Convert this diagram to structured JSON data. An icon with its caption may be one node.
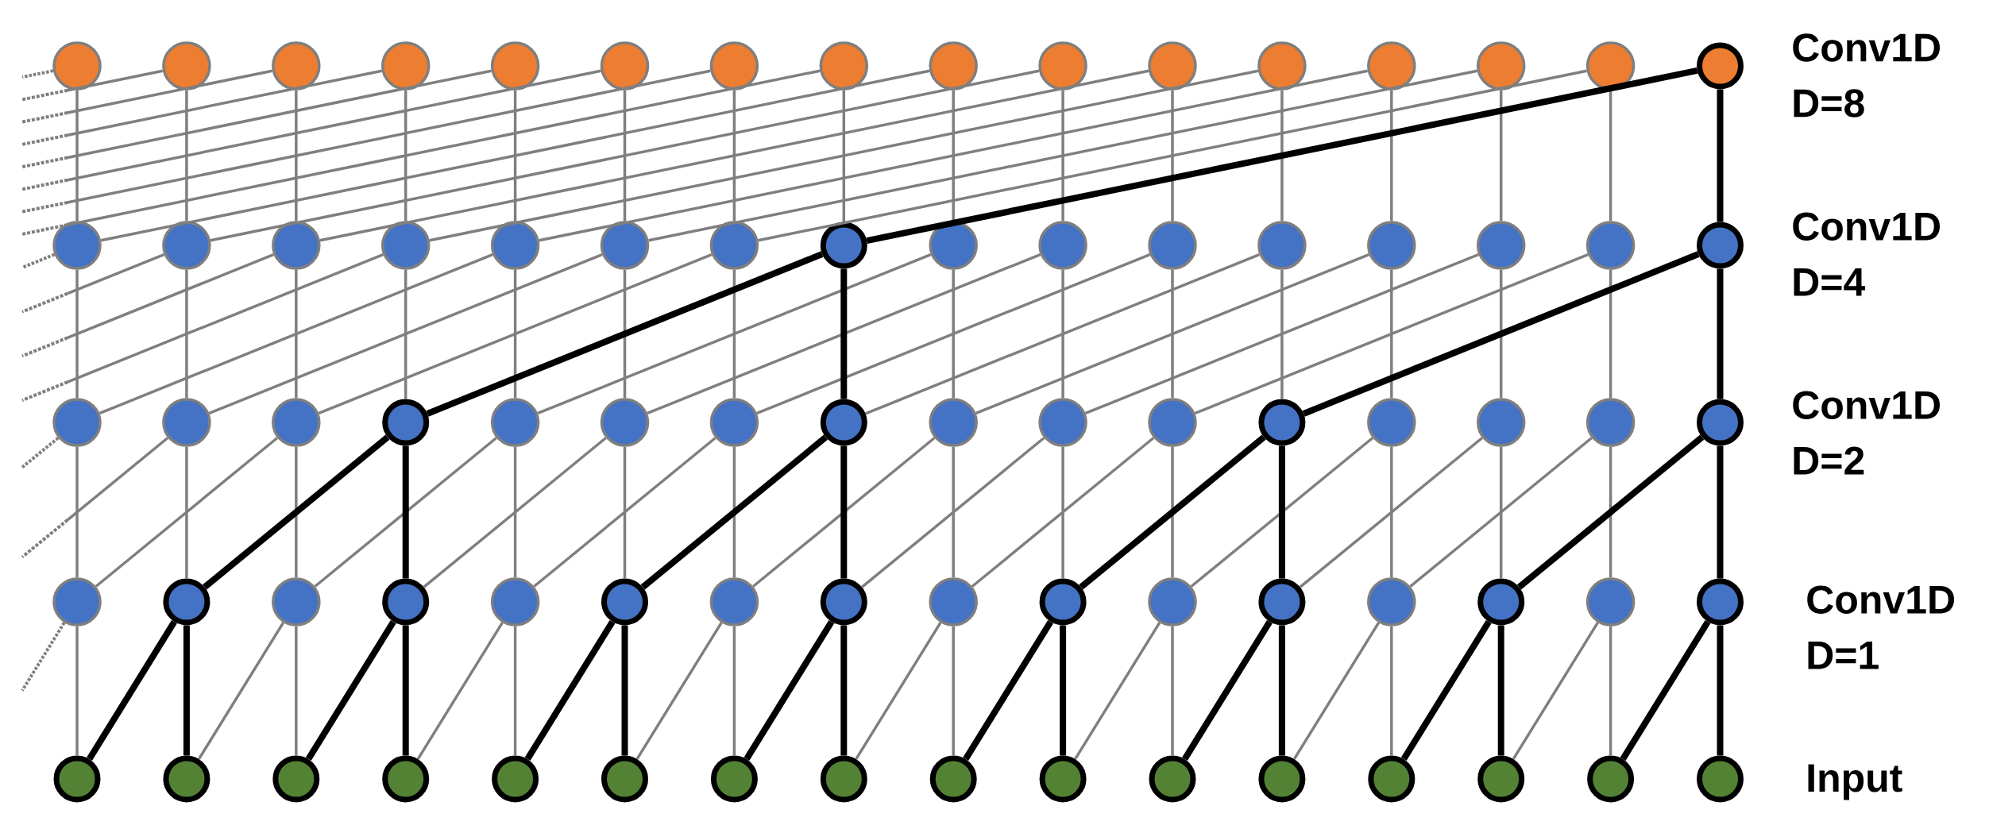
{
  "diagram": {
    "nodes": [
      {
        "text": [],
        "shape": "circle"
      },
      {
        "text": [],
        "shape": "circle"
      },
      {
        "text": [],
        "shape": "circle"
      },
      {
        "text": [],
        "shape": "circle"
      },
      {
        "text": [],
        "shape": "circle"
      },
      {
        "text": [],
        "shape": "circle"
      },
      {
        "text": [],
        "shape": "circle"
      },
      {
        "text": [],
        "shape": "circle"
      },
      {
        "text": [],
        "shape": "circle"
      },
      {
        "text": [],
        "shape": "circle"
      },
      {
        "text": [],
        "shape": "circle"
      },
      {
        "text": [],
        "shape": "circle"
      },
      {
        "text": [],
        "shape": "circle"
      },
      {
        "text": [],
        "shape": "circle"
      },
      {
        "text": [],
        "shape": "circle"
      },
      {
        "text": [],
        "shape": "circle"
      },
      {
        "text": [],
        "shape": "circle"
      },
      {
        "text": [],
        "shape": "circle"
      },
      {
        "text": [],
        "shape": "circle"
      },
      {
        "text": [],
        "shape": "circle"
      },
      {
        "text": [],
        "shape": "circle"
      },
      {
        "text": [],
        "shape": "circle"
      },
      {
        "text": [],
        "shape": "circle"
      },
      {
        "text": [],
        "shape": "circle"
      },
      {
        "text": [],
        "shape": "circle"
      },
      {
        "text": [],
        "shape": "circle"
      },
      {
        "text": [],
        "shape": "circle"
      },
      {
        "text": [],
        "shape": "circle"
      },
      {
        "text": [],
        "shape": "circle"
      },
      {
        "text": [],
        "shape": "circle"
      },
      {
        "text": [],
        "shape": "circle"
      },
      {
        "text": [],
        "shape": "circle"
      },
      {
        "text": [],
        "shape": "circle"
      },
      {
        "text": [],
        "shape": "circle"
      },
      {
        "text": [],
        "shape": "circle"
      },
      {
        "text": [],
        "shape": "circle"
      },
      {
        "text": [],
        "shape": "circle"
      },
      {
        "text": [],
        "shape": "circle"
      },
      {
        "text": [],
        "shape": "circle"
      },
      {
        "text": [],
        "shape": "circle"
      },
      {
        "text": [],
        "shape": "circle"
      },
      {
        "text": [],
        "shape": "circle"
      },
      {
        "text": [],
        "shape": "circle"
      },
      {
        "text": [],
        "shape": "circle"
      },
      {
        "text": [],
        "shape": "circle"
      },
      {
        "text": [],
        "shape": "circle"
      },
      {
        "text": [],
        "shape": "circle"
      },
      {
        "text": [],
        "shape": "circle"
      },
      {
        "text": [],
        "shape": "circle"
      },
      {
        "text": [],
        "shape": "circle"
      },
      {
        "text": [],
        "shape": "circle"
      },
      {
        "text": [],
        "shape": "circle"
      },
      {
        "text": [],
        "shape": "circle"
      },
      {
        "text": [],
        "shape": "circle"
      },
      {
        "text": [],
        "shape": "circle"
      },
      {
        "text": [],
        "shape": "circle"
      },
      {
        "text": [],
        "shape": "circle"
      },
      {
        "text": [],
        "shape": "circle"
      },
      {
        "text": [],
        "shape": "circle"
      },
      {
        "text": [],
        "shape": "circle"
      },
      {
        "text": [],
        "shape": "circle"
      },
      {
        "text": [],
        "shape": "circle"
      },
      {
        "text": [],
        "shape": "circle"
      },
      {
        "text": [],
        "shape": "circle"
      },
      {
        "text": [],
        "shape": "circle"
      },
      {
        "text": [],
        "shape": "circle"
      },
      {
        "text": [],
        "shape": "circle"
      },
      {
        "text": [],
        "shape": "circle"
      },
      {
        "text": [],
        "shape": "circle"
      },
      {
        "text": [],
        "shape": "circle"
      },
      {
        "text": [],
        "shape": "circle"
      },
      {
        "text": [],
        "shape": "circle"
      },
      {
        "text": [],
        "shape": "circle"
      },
      {
        "text": [],
        "shape": "circle"
      },
      {
        "text": [],
        "shape": "circle"
      },
      {
        "text": [],
        "shape": "circle"
      },
      {
        "text": [],
        "shape": "circle"
      },
      {
        "text": [],
        "shape": "circle"
      },
      {
        "text": [],
        "shape": "circle"
      },
      {
        "text": [],
        "shape": "circle"
      }
    ],
    "edges": [
      {
        "from": 16,
        "to": 0,
        "arrow": "none"
      },
      {
        "from": null,
        "to": 0,
        "arrow": "none",
        "style": "dashed"
      },
      {
        "from": 17,
        "to": 1,
        "arrow": "none"
      },
      {
        "from": null,
        "to": 1,
        "arrow": "none"
      },
      {
        "from": 18,
        "to": 2,
        "arrow": "none"
      },
      {
        "from": null,
        "to": 2,
        "arrow": "none"
      },
      {
        "from": 19,
        "to": 3,
        "arrow": "none"
      },
      {
        "from": null,
        "to": 3,
        "arrow": "none"
      },
      {
        "from": 20,
        "to": 4,
        "arrow": "none"
      },
      {
        "from": null,
        "to": 4,
        "arrow": "none"
      },
      {
        "from": 21,
        "to": 5,
        "arrow": "none"
      },
      {
        "from": null,
        "to": 5,
        "arrow": "none"
      },
      {
        "from": 22,
        "to": 6,
        "arrow": "none"
      },
      {
        "from": null,
        "to": 6,
        "arrow": "none"
      },
      {
        "from": 23,
        "to": 7,
        "arrow": "none"
      },
      {
        "from": null,
        "to": 7,
        "arrow": "none"
      },
      {
        "from": 24,
        "to": 8,
        "arrow": "none"
      },
      {
        "from": 16,
        "to": 8,
        "arrow": "none"
      },
      {
        "from": 25,
        "to": 9,
        "arrow": "none"
      },
      {
        "from": 17,
        "to": 9,
        "arrow": "none"
      },
      {
        "from": 26,
        "to": 10,
        "arrow": "none"
      },
      {
        "from": 18,
        "to": 10,
        "arrow": "none"
      },
      {
        "from": 27,
        "to": 11,
        "arrow": "none"
      },
      {
        "from": 19,
        "to": 11,
        "arrow": "none"
      },
      {
        "from": 28,
        "to": 12,
        "arrow": "none"
      },
      {
        "from": 20,
        "to": 12,
        "arrow": "none"
      },
      {
        "from": 29,
        "to": 13,
        "arrow": "none"
      },
      {
        "from": 21,
        "to": 13,
        "arrow": "none"
      },
      {
        "from": 30,
        "to": 14,
        "arrow": "none"
      },
      {
        "from": 22,
        "to": 14,
        "arrow": "none"
      },
      {
        "from": 31,
        "to": 15,
        "arrow": "none",
        "style": "thick",
        "color": "#000000"
      },
      {
        "from": 23,
        "to": 15,
        "arrow": "none",
        "style": "thick",
        "color": "#000000"
      },
      {
        "from": 32,
        "to": 16,
        "arrow": "none"
      },
      {
        "from": null,
        "to": 16,
        "arrow": "none",
        "style": "dashed"
      },
      {
        "from": 33,
        "to": 17,
        "arrow": "none"
      },
      {
        "from": null,
        "to": 17,
        "arrow": "none"
      },
      {
        "from": 34,
        "to": 18,
        "arrow": "none"
      },
      {
        "from": null,
        "to": 18,
        "arrow": "none"
      },
      {
        "from": 35,
        "to": 19,
        "arrow": "none"
      },
      {
        "from": null,
        "to": 19,
        "arrow": "none"
      },
      {
        "from": 36,
        "to": 20,
        "arrow": "none"
      },
      {
        "from": 32,
        "to": 20,
        "arrow": "none"
      },
      {
        "from": 37,
        "to": 21,
        "arrow": "none"
      },
      {
        "from": 33,
        "to": 21,
        "arrow": "none"
      },
      {
        "from": 38,
        "to": 22,
        "arrow": "none"
      },
      {
        "from": 34,
        "to": 22,
        "arrow": "none"
      },
      {
        "from": 39,
        "to": 23,
        "arrow": "none",
        "style": "thick",
        "color": "#000000"
      },
      {
        "from": 35,
        "to": 23,
        "arrow": "none",
        "style": "thick",
        "color": "#000000"
      },
      {
        "from": 40,
        "to": 24,
        "arrow": "none"
      },
      {
        "from": 36,
        "to": 24,
        "arrow": "none"
      },
      {
        "from": 41,
        "to": 25,
        "arrow": "none"
      },
      {
        "from": 37,
        "to": 25,
        "arrow": "none"
      },
      {
        "from": 42,
        "to": 26,
        "arrow": "none"
      },
      {
        "from": 38,
        "to": 26,
        "arrow": "none"
      },
      {
        "from": 43,
        "to": 27,
        "arrow": "none"
      },
      {
        "from": 39,
        "to": 27,
        "arrow": "none"
      },
      {
        "from": 44,
        "to": 28,
        "arrow": "none"
      },
      {
        "from": 40,
        "to": 28,
        "arrow": "none"
      },
      {
        "from": 45,
        "to": 29,
        "arrow": "none"
      },
      {
        "from": 41,
        "to": 29,
        "arrow": "none"
      },
      {
        "from": 46,
        "to": 30,
        "arrow": "none"
      },
      {
        "from": 42,
        "to": 30,
        "arrow": "none"
      },
      {
        "from": 47,
        "to": 31,
        "arrow": "none",
        "style": "thick",
        "color": "#000000"
      },
      {
        "from": 43,
        "to": 31,
        "arrow": "none",
        "style": "thick",
        "color": "#000000"
      },
      {
        "from": 48,
        "to": 32,
        "arrow": "none"
      },
      {
        "from": null,
        "to": 32,
        "arrow": "none",
        "style": "dashed"
      },
      {
        "from": 49,
        "to": 33,
        "arrow": "none"
      },
      {
        "from": null,
        "to": 33,
        "arrow": "none"
      },
      {
        "from": 50,
        "to": 34,
        "arrow": "none"
      },
      {
        "from": 48,
        "to": 34,
        "arrow": "none"
      },
      {
        "from": 51,
        "to": 35,
        "arrow": "none",
        "style": "thick",
        "color": "#000000"
      },
      {
        "from": 49,
        "to": 35,
        "arrow": "none",
        "style": "thick",
        "color": "#000000"
      },
      {
        "from": 52,
        "to": 36,
        "arrow": "none"
      },
      {
        "from": 50,
        "to": 36,
        "arrow": "none"
      },
      {
        "from": 53,
        "to": 37,
        "arrow": "none"
      },
      {
        "from": 51,
        "to": 37,
        "arrow": "none"
      },
      {
        "from": 54,
        "to": 38,
        "arrow": "none"
      },
      {
        "from": 52,
        "to": 38,
        "arrow": "none"
      },
      {
        "from": 55,
        "to": 39,
        "arrow": "none",
        "style": "thick",
        "color": "#000000"
      },
      {
        "from": 53,
        "to": 39,
        "arrow": "none",
        "style": "thick",
        "color": "#000000"
      },
      {
        "from": 56,
        "to": 40,
        "arrow": "none"
      },
      {
        "from": 54,
        "to": 40,
        "arrow": "none"
      },
      {
        "from": 57,
        "to": 41,
        "arrow": "none"
      },
      {
        "from": 55,
        "to": 41,
        "arrow": "none"
      },
      {
        "from": 58,
        "to": 42,
        "arrow": "none"
      },
      {
        "from": 56,
        "to": 42,
        "arrow": "none"
      },
      {
        "from": 59,
        "to": 43,
        "arrow": "none",
        "style": "thick",
        "color": "#000000"
      },
      {
        "from": 57,
        "to": 43,
        "arrow": "none",
        "style": "thick",
        "color": "#000000"
      },
      {
        "from": 60,
        "to": 44,
        "arrow": "none"
      },
      {
        "from": 58,
        "to": 44,
        "arrow": "none"
      },
      {
        "from": 61,
        "to": 45,
        "arrow": "none"
      },
      {
        "from": 59,
        "to": 45,
        "arrow": "none"
      },
      {
        "from": 62,
        "to": 46,
        "arrow": "none"
      },
      {
        "from": 60,
        "to": 46,
        "arrow": "none"
      },
      {
        "from": 63,
        "to": 47,
        "arrow": "none",
        "style": "thick",
        "color": "#000000"
      },
      {
        "from": 61,
        "to": 47,
        "arrow": "none",
        "style": "thick",
        "color": "#000000"
      },
      {
        "from": 64,
        "to": 48,
        "arrow": "none"
      },
      {
        "from": null,
        "to": 48,
        "arrow": "none",
        "style": "dashed"
      },
      {
        "from": 65,
        "to": 49,
        "arrow": "none",
        "style": "thick",
        "color": "#000000"
      },
      {
        "from": 64,
        "to": 49,
        "arrow": "none",
        "style": "thick",
        "color": "#000000"
      },
      {
        "from": 66,
        "to": 50,
        "arrow": "none"
      },
      {
        "from": 65,
        "to": 50,
        "arrow": "none"
      },
      {
        "from": 67,
        "to": 51,
        "arrow": "none",
        "style": "thick",
        "color": "#000000"
      },
      {
        "from": 66,
        "to": 51,
        "arrow": "none",
        "style": "thick",
        "color": "#000000"
      },
      {
        "from": 68,
        "to": 52,
        "arrow": "none"
      },
      {
        "from": 67,
        "to": 52,
        "arrow": "none"
      },
      {
        "from": 69,
        "to": 53,
        "arrow": "none",
        "style": "thick",
        "color": "#000000"
      },
      {
        "from": 68,
        "to": 53,
        "arrow": "none",
        "style": "thick",
        "color": "#000000"
      },
      {
        "from": 70,
        "to": 54,
        "arrow": "none"
      },
      {
        "from": 69,
        "to": 54,
        "arrow": "none"
      },
      {
        "from": 71,
        "to": 55,
        "arrow": "none",
        "style": "thick",
        "color": "#000000"
      },
      {
        "from": 70,
        "to": 55,
        "arrow": "none",
        "style": "thick",
        "color": "#000000"
      },
      {
        "from": 72,
        "to": 56,
        "arrow": "none"
      },
      {
        "from": 71,
        "to": 56,
        "arrow": "none"
      },
      {
        "from": 73,
        "to": 57,
        "arrow": "none",
        "style": "thick",
        "color": "#000000"
      },
      {
        "from": 72,
        "to": 57,
        "arrow": "none",
        "style": "thick",
        "color": "#000000"
      },
      {
        "from": 74,
        "to": 58,
        "arrow": "none"
      },
      {
        "from": 73,
        "to": 58,
        "arrow": "none"
      },
      {
        "from": 75,
        "to": 59,
        "arrow": "none",
        "style": "thick",
        "color": "#000000"
      },
      {
        "from": 74,
        "to": 59,
        "arrow": "none",
        "style": "thick",
        "color": "#000000"
      },
      {
        "from": 76,
        "to": 60,
        "arrow": "none"
      },
      {
        "from": 75,
        "to": 60,
        "arrow": "none"
      },
      {
        "from": 77,
        "to": 61,
        "arrow": "none",
        "style": "thick",
        "color": "#000000"
      },
      {
        "from": 76,
        "to": 61,
        "arrow": "none",
        "style": "thick",
        "color": "#000000"
      },
      {
        "from": 78,
        "to": 62,
        "arrow": "none"
      },
      {
        "from": 77,
        "to": 62,
        "arrow": "none"
      },
      {
        "from": 79,
        "to": 63,
        "arrow": "none",
        "style": "thick",
        "color": "#000000"
      },
      {
        "from": 78,
        "to": 63,
        "arrow": "none",
        "style": "thick",
        "color": "#000000"
      }
    ],
    "labels": [
      "Conv1D D=8",
      "Conv1D D=4",
      "Conv1D D=2",
      "Conv1D D=1",
      "Input"
    ]
  }
}
